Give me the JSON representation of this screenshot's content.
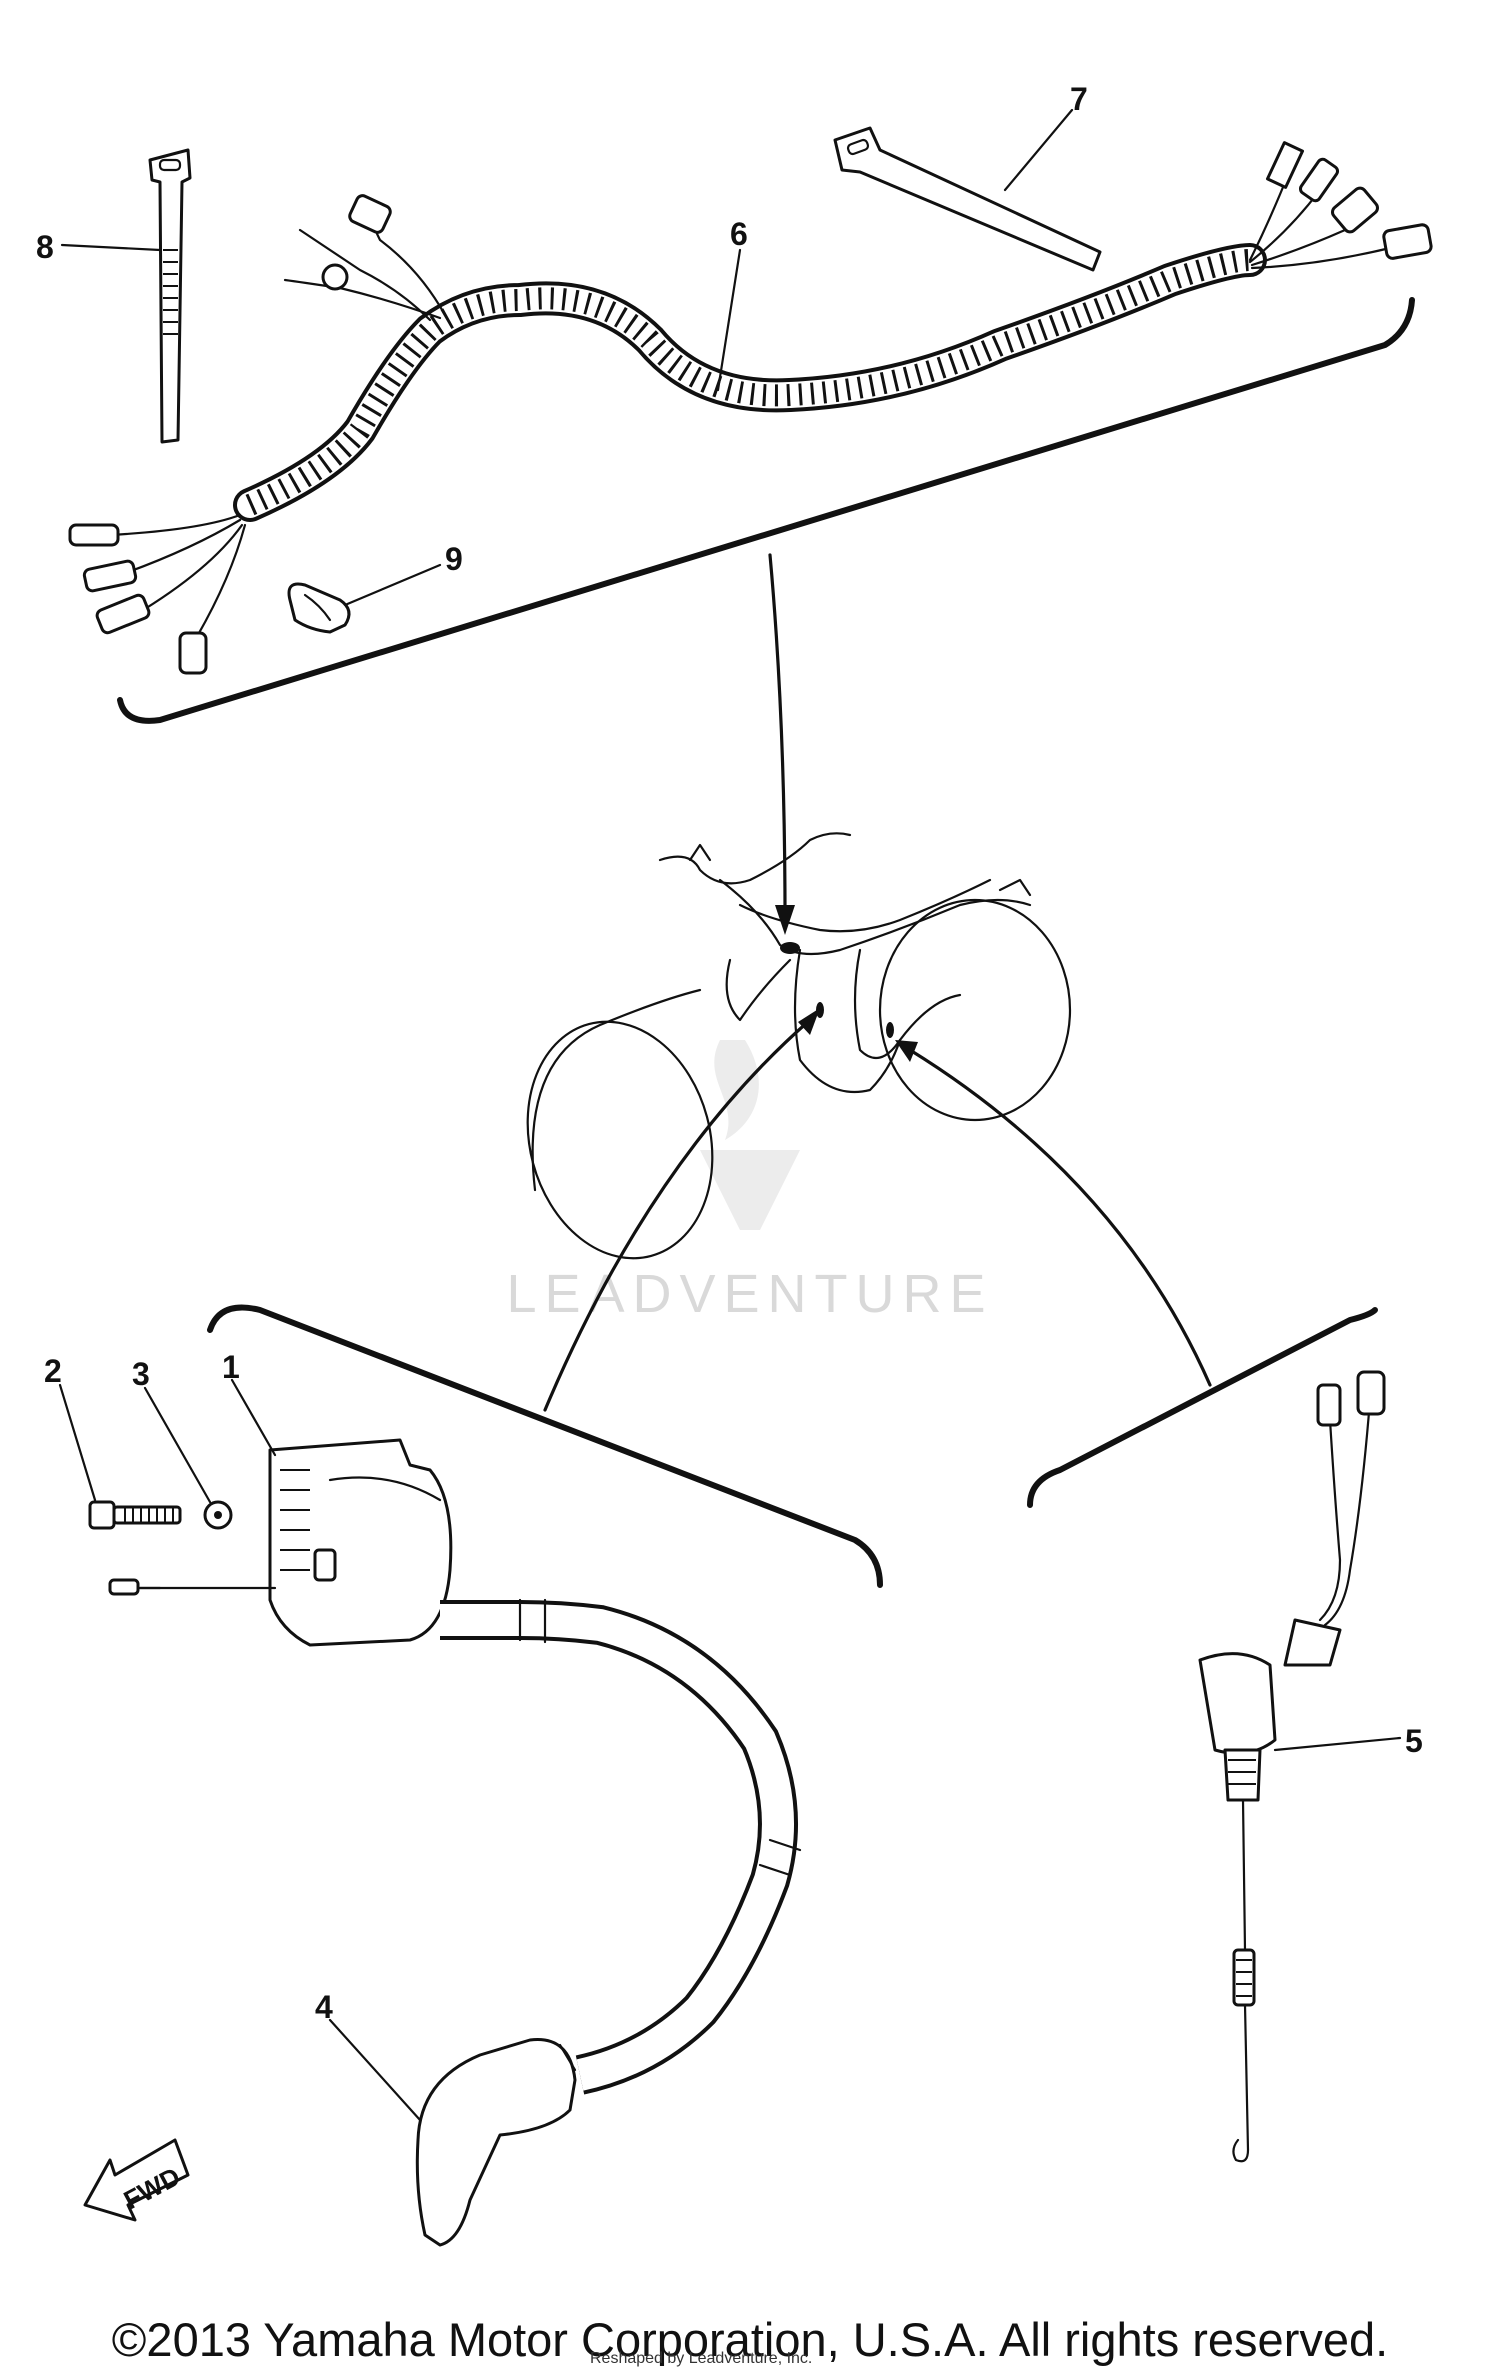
{
  "callouts": {
    "c1": "1",
    "c2": "2",
    "c3": "3",
    "c4": "4",
    "c5": "5",
    "c6": "6",
    "c7": "7",
    "c8": "8",
    "c9": "9"
  },
  "watermark": {
    "text": "LEADVENTURE"
  },
  "fwd_label": "FWD",
  "footer": {
    "copyright": "©2013 Yamaha Motor Corporation, U.S.A. All rights reserved.",
    "fineprint": "Reshaped by Leadventure, Inc."
  },
  "colors": {
    "ink": "#111111",
    "watermark": "#d9d9d9",
    "background": "#ffffff"
  }
}
